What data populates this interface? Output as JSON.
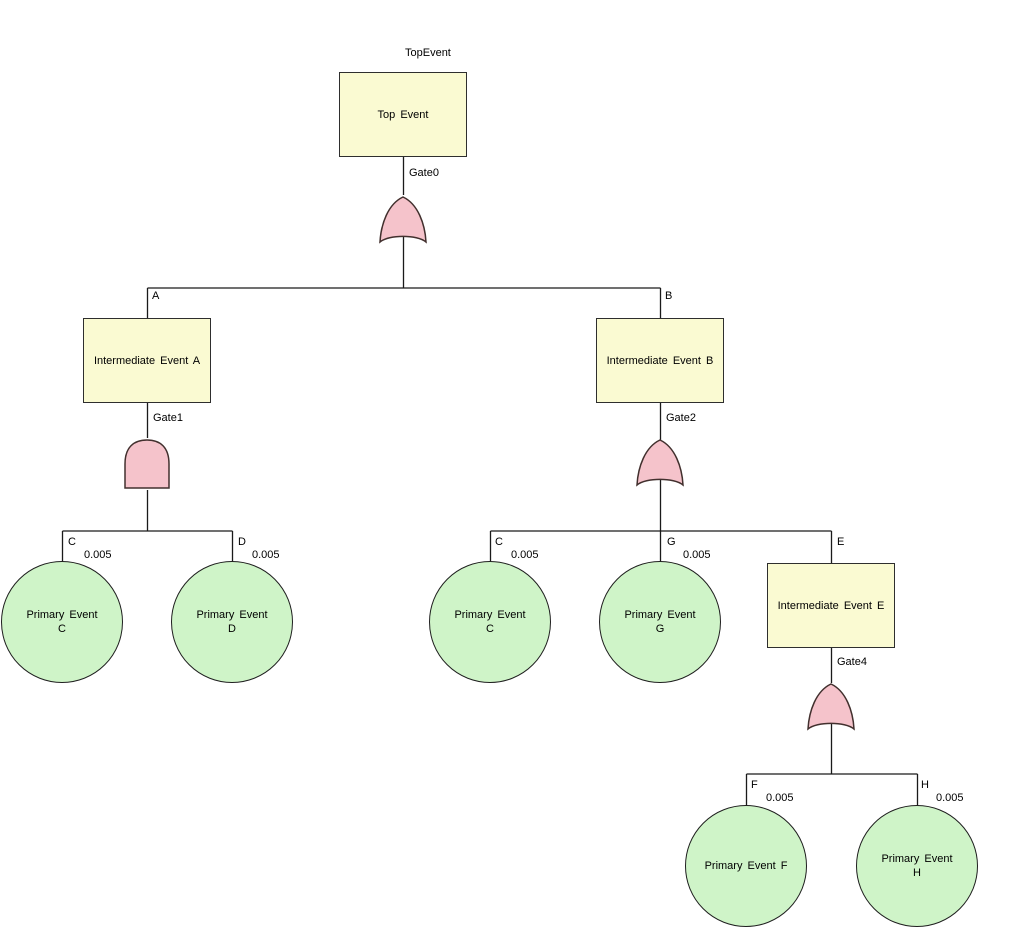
{
  "colors": {
    "background": "#ffffff",
    "event_fill": "#FAFAD2",
    "event_border": "#2e2e2e",
    "gate_fill": "#F5C3CB",
    "gate_border": "#42302e",
    "primary_fill": "#CFF4C8",
    "primary_border": "#1f1f1f",
    "line_color": "#1a1a1a",
    "text_color": "#000000"
  },
  "nodes": {
    "topEvent": {
      "id": "TopEvent",
      "text": "Top Event"
    },
    "gate0": {
      "id": "Gate0",
      "type": "OR"
    },
    "eventA": {
      "id": "A",
      "text": "Intermediate Event A"
    },
    "gate1": {
      "id": "Gate1",
      "type": "AND"
    },
    "peC1": {
      "id": "C",
      "prob": "0.005",
      "line1": "Primary Event",
      "line2": "C"
    },
    "peD": {
      "id": "D",
      "prob": "0.005",
      "line1": "Primary Event",
      "line2": "D"
    },
    "eventB": {
      "id": "B",
      "text": "Intermediate Event B"
    },
    "gate2": {
      "id": "Gate2",
      "type": "OR"
    },
    "peC2": {
      "id": "C",
      "prob": "0.005",
      "line1": "Primary Event",
      "line2": "C"
    },
    "peG": {
      "id": "G",
      "prob": "0.005",
      "line1": "Primary Event",
      "line2": "G"
    },
    "eventE": {
      "id": "E",
      "text": "Intermediate Event E"
    },
    "gate4": {
      "id": "Gate4",
      "type": "OR"
    },
    "peF": {
      "id": "F",
      "prob": "0.005",
      "line1": "Primary Event F",
      "line2": ""
    },
    "peH": {
      "id": "H",
      "prob": "0.005",
      "line1": "Primary Event",
      "line2": "H"
    }
  }
}
